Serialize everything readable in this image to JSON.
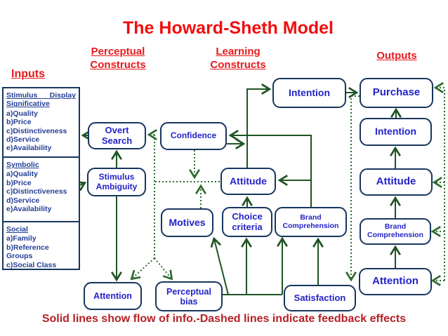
{
  "title": "The Howard-Sheth Model",
  "caption": "Solid lines show flow of info.-Dashed lines indicate feedback effects",
  "column_headers": {
    "inputs": "Inputs",
    "perceptual": "Perceptual Constructs",
    "learning": "Learning Constructs",
    "outputs": "Outputs"
  },
  "inputs_panel": {
    "sections": [
      {
        "title": "Stimulus Display Significative",
        "items": [
          "a)Quality",
          "b)Price",
          "c)Distinctiveness",
          "d)Service",
          "e)Availability"
        ]
      },
      {
        "title": "Symbolic",
        "items": [
          "a)Quality",
          "b)Price",
          "c)Distinctiveness",
          "d)Service",
          "e)Availability"
        ]
      },
      {
        "title": "Social",
        "items": [
          "a)Family",
          "b)Reference Groups",
          "c)Social Class"
        ]
      }
    ]
  },
  "nodes": {
    "overt_search": "Overt Search",
    "stimulus_ambiguity": "Stimulus Ambiguity",
    "confidence": "Confidence",
    "attitude": "Attitude",
    "motives": "Motives",
    "choice_criteria": "Choice criteria",
    "brand_comprehension": "Brand Comprehension",
    "attention": "Attention",
    "perceptual_bias": "Perceptual bias",
    "intention": "Intention",
    "satisfaction": "Satisfaction",
    "outputs_purchase": "Purchase",
    "outputs_intention": "Intention",
    "outputs_attitude": "Attitude",
    "outputs_brand_comprehension": "Brand Comprehension",
    "outputs_attention": "Attention"
  },
  "colors": {
    "heading_red": "#e8191c",
    "caption_red": "#b52025",
    "node_border_navy": "#17365d",
    "node_text_blue": "#2323c8",
    "inputs_text_navy": "#243f94",
    "solid_line_green": "#1f5424",
    "dashed_line_green": "#2e6b30"
  }
}
